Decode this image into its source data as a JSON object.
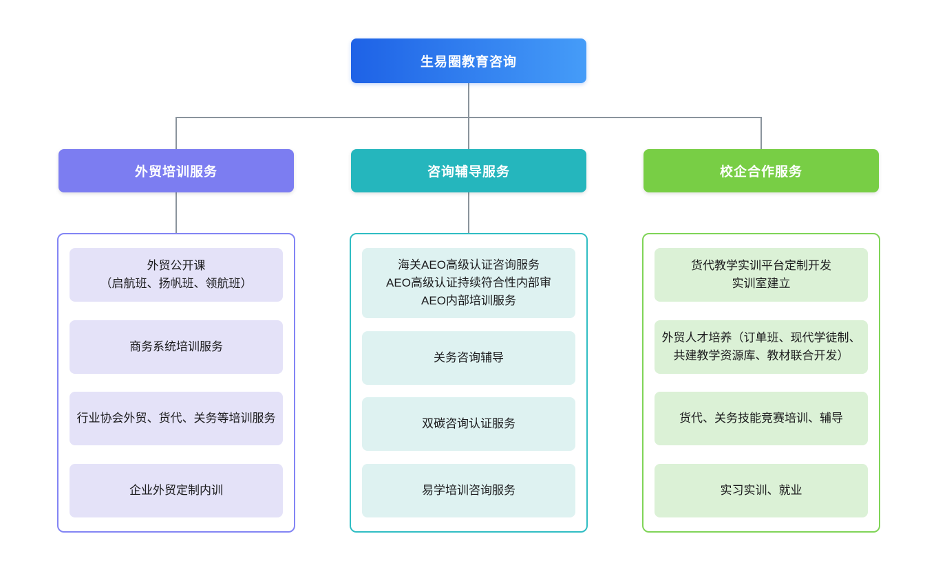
{
  "root": {
    "label": "生易圈教育咨询",
    "gradient_start": "#1E62E6",
    "gradient_end": "#459CF8"
  },
  "connector_color": "#8A939C",
  "branches": [
    {
      "label": "外贸培训服务",
      "header_color": "#7C7DF1",
      "border_color": "#8284F4",
      "item_bg": "#E4E2F8",
      "items": [
        "外贸公开课\n（启航班、扬帆班、领航班）",
        "商务系统培训服务",
        "行业协会外贸、货代、关务等培训服务",
        "企业外贸定制内训"
      ]
    },
    {
      "label": "咨询辅导服务",
      "header_color": "#25B6BD",
      "border_color": "#2FBDC3",
      "item_bg": "#DEF2F1",
      "items": [
        "海关AEO高级认证咨询服务\nAEO高级认证持续符合性内部审\nAEO内部培训服务",
        "关务咨询辅导",
        "双碳咨询认证服务",
        "易学培训咨询服务"
      ]
    },
    {
      "label": "校企合作服务",
      "header_color": "#78CE45",
      "border_color": "#7FD457",
      "item_bg": "#DBF1D6",
      "items": [
        "货代教学实训平台定制开发\n实训室建立",
        "外贸人才培养（订单班、现代学徒制、共建教学资源库、教材联合开发）",
        "货代、关务技能竞赛培训、辅导",
        "实习实训、就业"
      ]
    }
  ]
}
